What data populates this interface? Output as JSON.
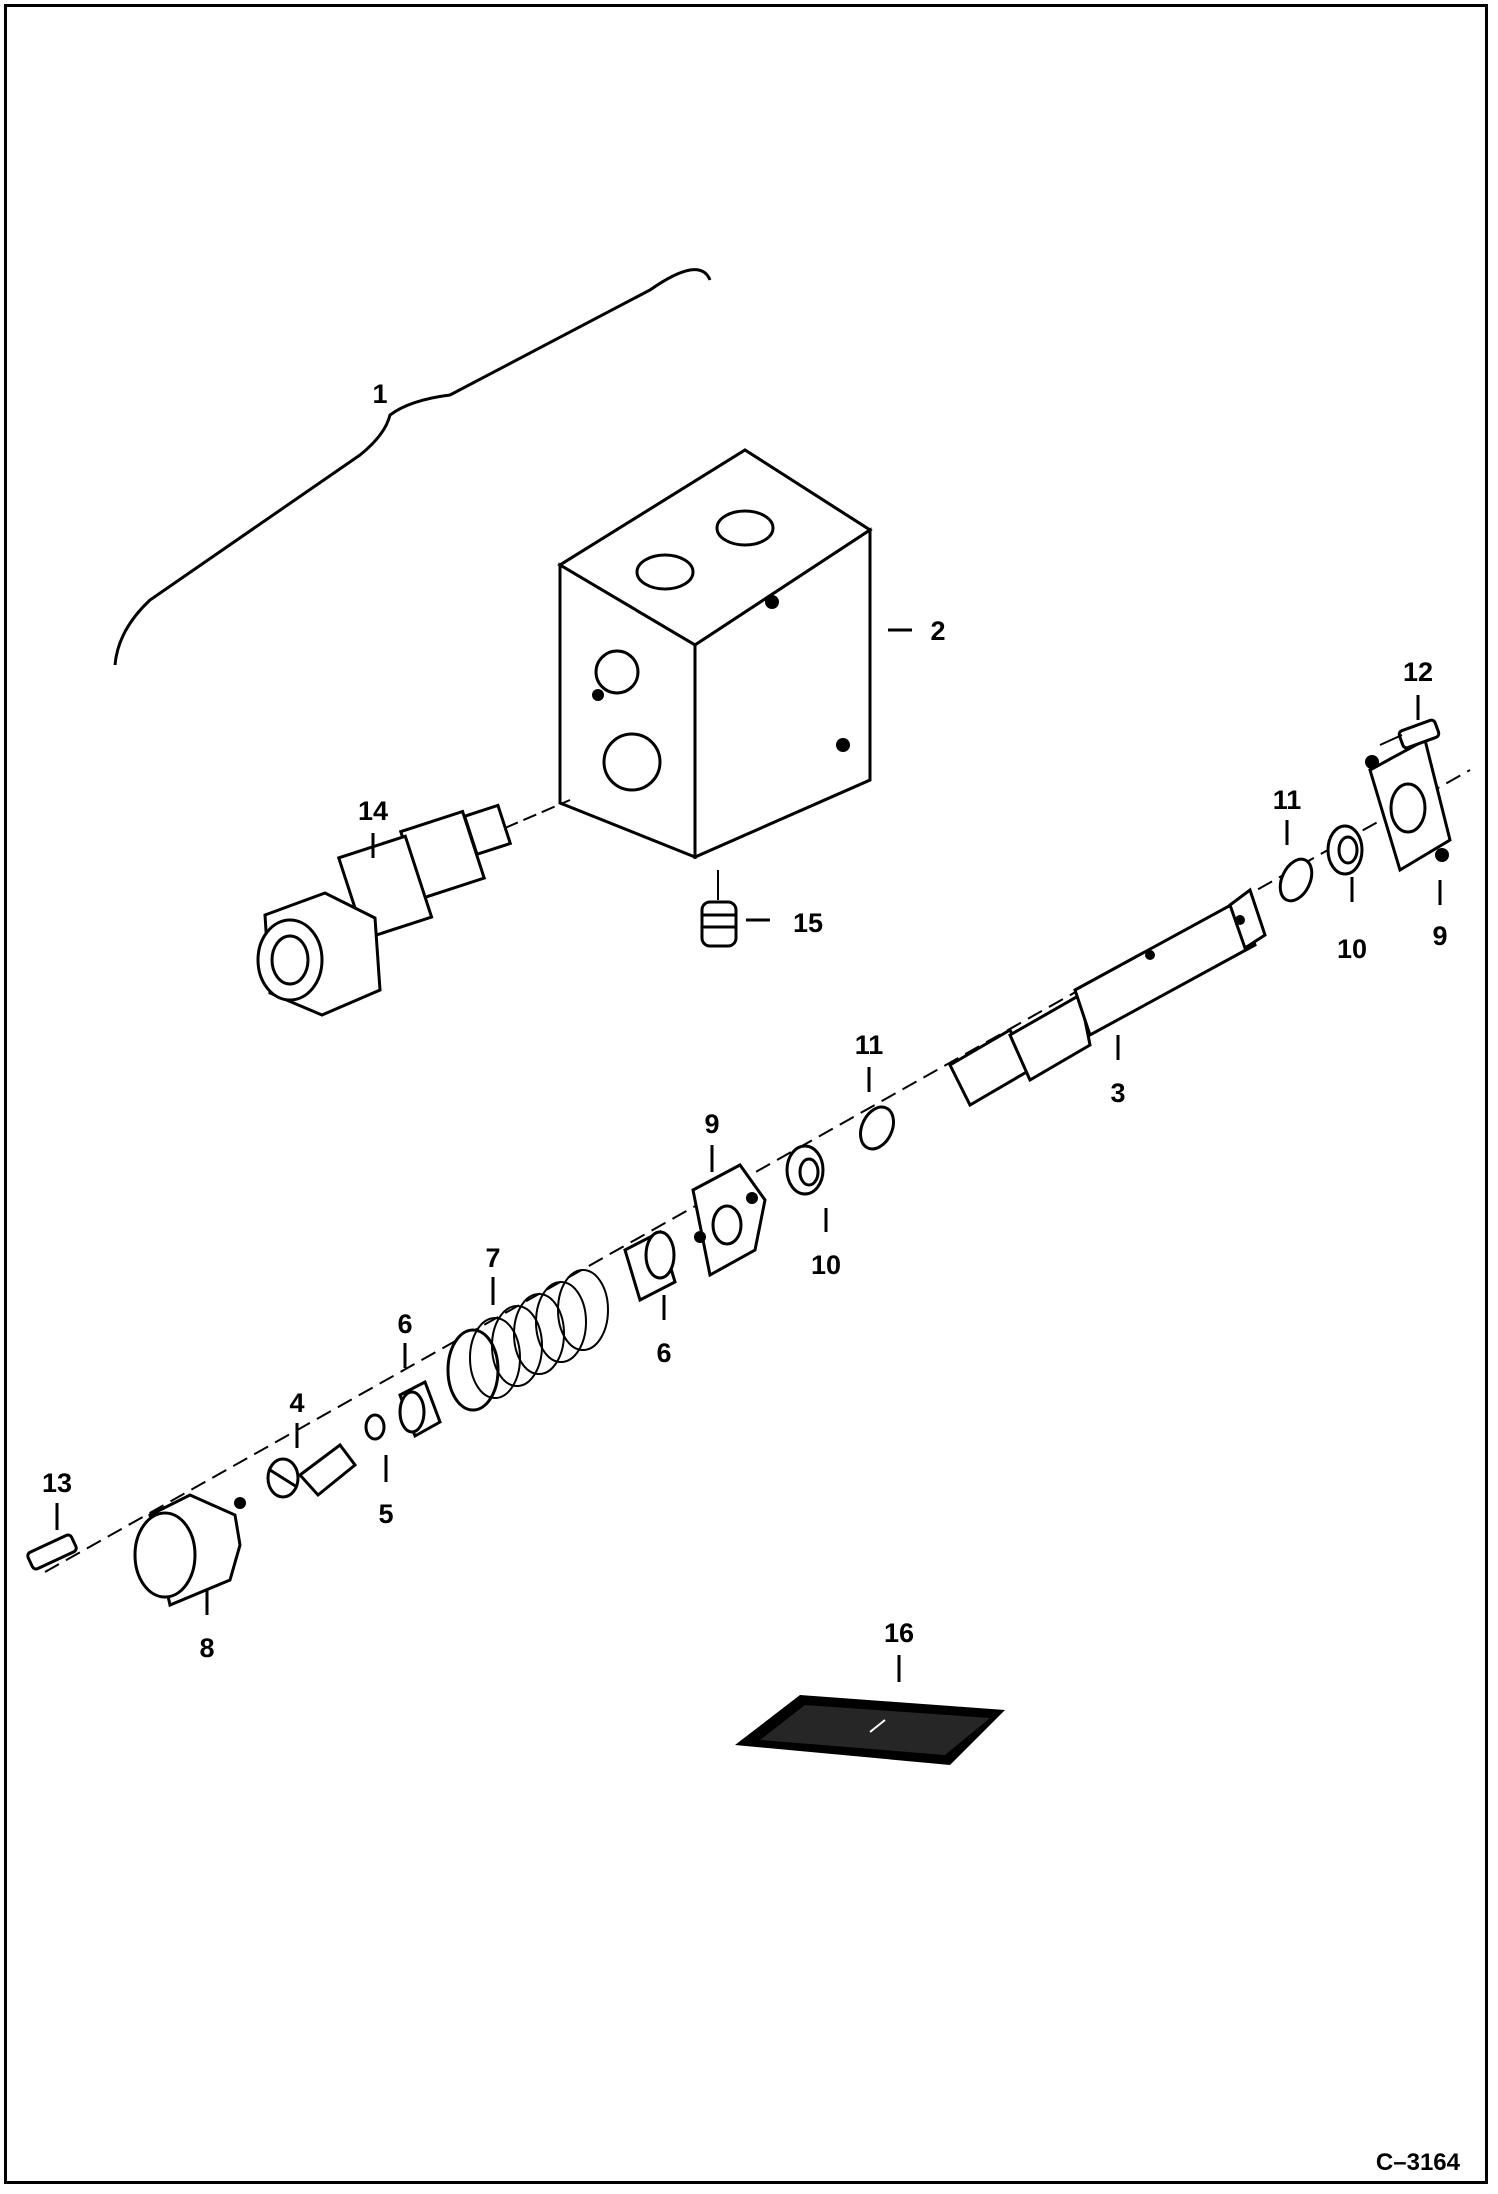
{
  "diagram": {
    "callouts": [
      "1",
      "2",
      "3",
      "4",
      "5",
      "6",
      "6",
      "7",
      "8",
      "9",
      "9",
      "10",
      "10",
      "11",
      "11",
      "12",
      "13",
      "14",
      "15",
      "16"
    ],
    "drawing_code": "C–3164"
  }
}
